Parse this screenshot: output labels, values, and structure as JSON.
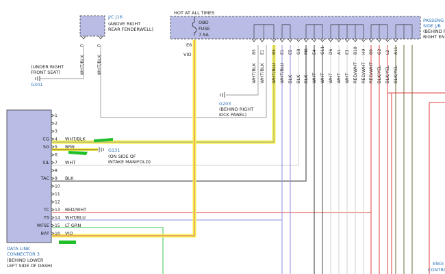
{
  "jc": {
    "title": "J/C J16",
    "loc": [
      "(ABOVE RIGHT",
      "REAR FENDERWELL)"
    ],
    "pins": [
      "C",
      "C"
    ]
  },
  "fuse": {
    "header": "HOT AT ALL TIMES",
    "name": "OBD",
    "word": "FUSE",
    "rating": "7.5A",
    "pin": "E6",
    "wire": "VIO"
  },
  "jb": {
    "title": [
      "PASSENG",
      "SIDE J/B"
    ],
    "loc": [
      "(BEHIND R",
      "RIGHT EN"
    ],
    "pins": [
      "B5",
      "E1",
      "B5",
      "E1",
      "E5",
      "G8",
      "M8",
      "E4",
      "G11",
      "D6",
      "A1",
      "E3",
      "B10",
      "H9",
      "B9",
      "G2",
      "L2",
      "A11"
    ],
    "colors": [
      "WHT/BLK",
      "WHT/BLK",
      "WHT/BLU",
      "WHT/BLU",
      "BLK",
      "BLK",
      "BLK",
      "WHT",
      "WHT",
      "WHT",
      "WHT",
      "WHT",
      "RED/WHT",
      "RED/WHT",
      "RED/WHT",
      "BLK/YEL",
      "BLK/YEL",
      "BLK/YEL"
    ]
  },
  "ground_g301": {
    "label": [
      "(UNDER RIGHT",
      "FRONT SEAT)"
    ],
    "id": "G301"
  },
  "ground_g203": {
    "id": "G203",
    "label": [
      "(BEHIND RIGHT",
      "KICK PANEL)"
    ]
  },
  "ground_g131": {
    "id": "G131",
    "label": [
      "(ON SIDE OF",
      "INTAKE MANIFOLD)"
    ]
  },
  "jc_wire_color": "WHT/BLK",
  "dlc": {
    "label": [
      "DATA LINK",
      "CONNECTOR 3"
    ],
    "loc": [
      "(BEHIND LOWER",
      "LEFT SIDE OF DASH)"
    ],
    "pin_numbers": [
      "1",
      "2",
      "3",
      "4",
      "5",
      "6",
      "7",
      "8",
      "9",
      "10",
      "11",
      "12",
      "13",
      "14",
      "15",
      "16"
    ],
    "signals": [
      {
        "pin": "4",
        "name": "CG"
      },
      {
        "pin": "5",
        "name": "SG"
      },
      {
        "pin": "7",
        "name": "SIL"
      },
      {
        "pin": "9",
        "name": "TAC"
      },
      {
        "pin": "13",
        "name": "TC"
      },
      {
        "pin": "14",
        "name": "TS"
      },
      {
        "pin": "15",
        "name": "WFSE"
      },
      {
        "pin": "16",
        "name": "BAT"
      }
    ],
    "wires": [
      {
        "pin": "4",
        "color": "WHT/BLK"
      },
      {
        "pin": "5",
        "color": "BRN"
      },
      {
        "pin": "7",
        "color": "WHT"
      },
      {
        "pin": "9",
        "color": "BLK"
      },
      {
        "pin": "13",
        "color": "RED/WHT"
      },
      {
        "pin": "14",
        "color": "WHT/BLU"
      },
      {
        "pin": "15",
        "color": "LT GRN"
      },
      {
        "pin": "16",
        "color": "VIO"
      }
    ]
  },
  "ecm": {
    "label": [
      "ENGI",
      "CONTRO"
    ]
  },
  "colors": {
    "blue_label": "#2a6fb5",
    "connector_fill": "#b9bde6",
    "highlight_yellow": "#f5f24a",
    "marker_green": "#1fbf2a",
    "wire_red": "#e23b3b",
    "wire_blue": "#8e8ee0",
    "wire_grey": "#bcbcbc",
    "wire_green": "#39c94a",
    "wire_vio": "#e05a8a"
  }
}
